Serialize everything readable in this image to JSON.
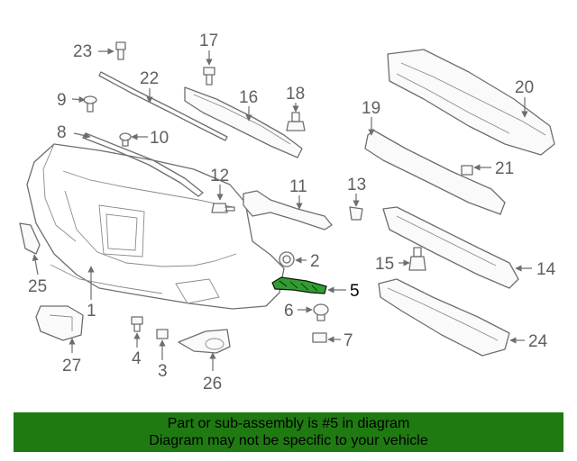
{
  "diagram": {
    "highlight_color": "#2f9e2f",
    "callouts": {
      "c1": "1",
      "c2": "2",
      "c3": "3",
      "c4": "4",
      "c5": "5",
      "c6": "6",
      "c7": "7",
      "c8": "8",
      "c9": "9",
      "c10": "10",
      "c11": "11",
      "c12": "12",
      "c13": "13",
      "c14": "14",
      "c15": "15",
      "c16": "16",
      "c17": "17",
      "c18": "18",
      "c19": "19",
      "c20": "20",
      "c21": "21",
      "c22": "22",
      "c23": "23",
      "c24": "24",
      "c25": "25",
      "c26": "26",
      "c27": "27"
    }
  },
  "banner": {
    "background": "#1f7a12",
    "line1": "Part or sub-assembly is #5 in diagram",
    "line2": "Diagram may not be specific to your vehicle"
  }
}
